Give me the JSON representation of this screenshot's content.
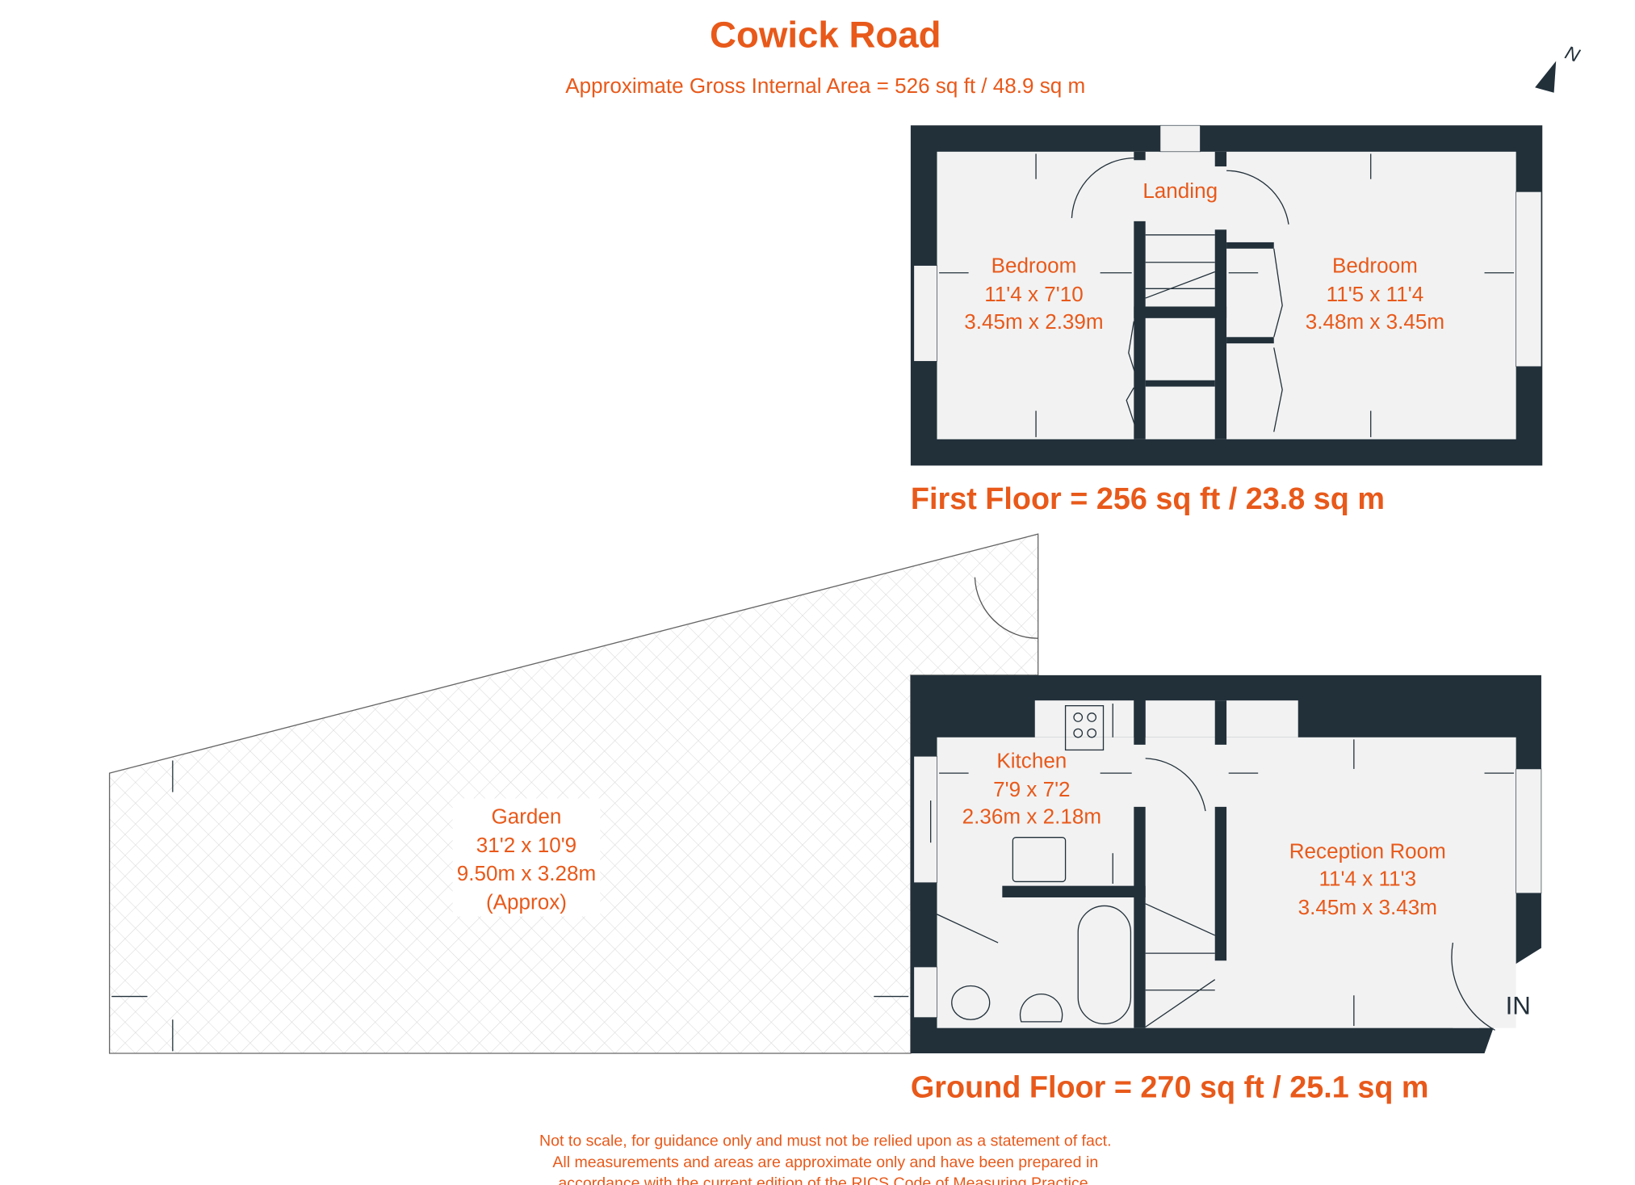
{
  "header": {
    "title": "Cowick Road",
    "subtitle": "Approximate Gross Internal Area = 526 sq ft / 48.9 sq m"
  },
  "compass": {
    "label": "N"
  },
  "first_floor": {
    "label": "First Floor = 256 sq ft / 23.8 sq m",
    "rooms": [
      {
        "name": "Landing"
      },
      {
        "name": "Bedroom",
        "imperial": "11'4 x 7'10",
        "metric": "3.45m x 2.39m"
      },
      {
        "name": "Bedroom",
        "imperial": "11'5 x 11'4",
        "metric": "3.48m x 3.45m"
      }
    ]
  },
  "ground_floor": {
    "label": "Ground Floor = 270 sq ft / 25.1 sq m",
    "rooms": [
      {
        "name": "Kitchen",
        "imperial": "7'9 x 7'2",
        "metric": "2.36m x 2.18m"
      },
      {
        "name": "Reception Room",
        "imperial": "11'4 x 11'3",
        "metric": "3.45m x 3.43m"
      },
      {
        "name": "Garden",
        "imperial": "31'2 x 10'9",
        "metric": "9.50m x 3.28m",
        "note": "(Approx)"
      }
    ],
    "entrance": "IN"
  },
  "colors": {
    "accent": "#e8591a",
    "wall": "#22303a",
    "floor": "#f2f2f2"
  },
  "footer": {
    "lines": [
      "Not to scale, for guidance only and must not be relied upon as a statement of fact.",
      "All measurements and areas are approximate only and have been prepared in",
      "accordance with the current edition of the RICS Code of Measuring Practice."
    ]
  }
}
